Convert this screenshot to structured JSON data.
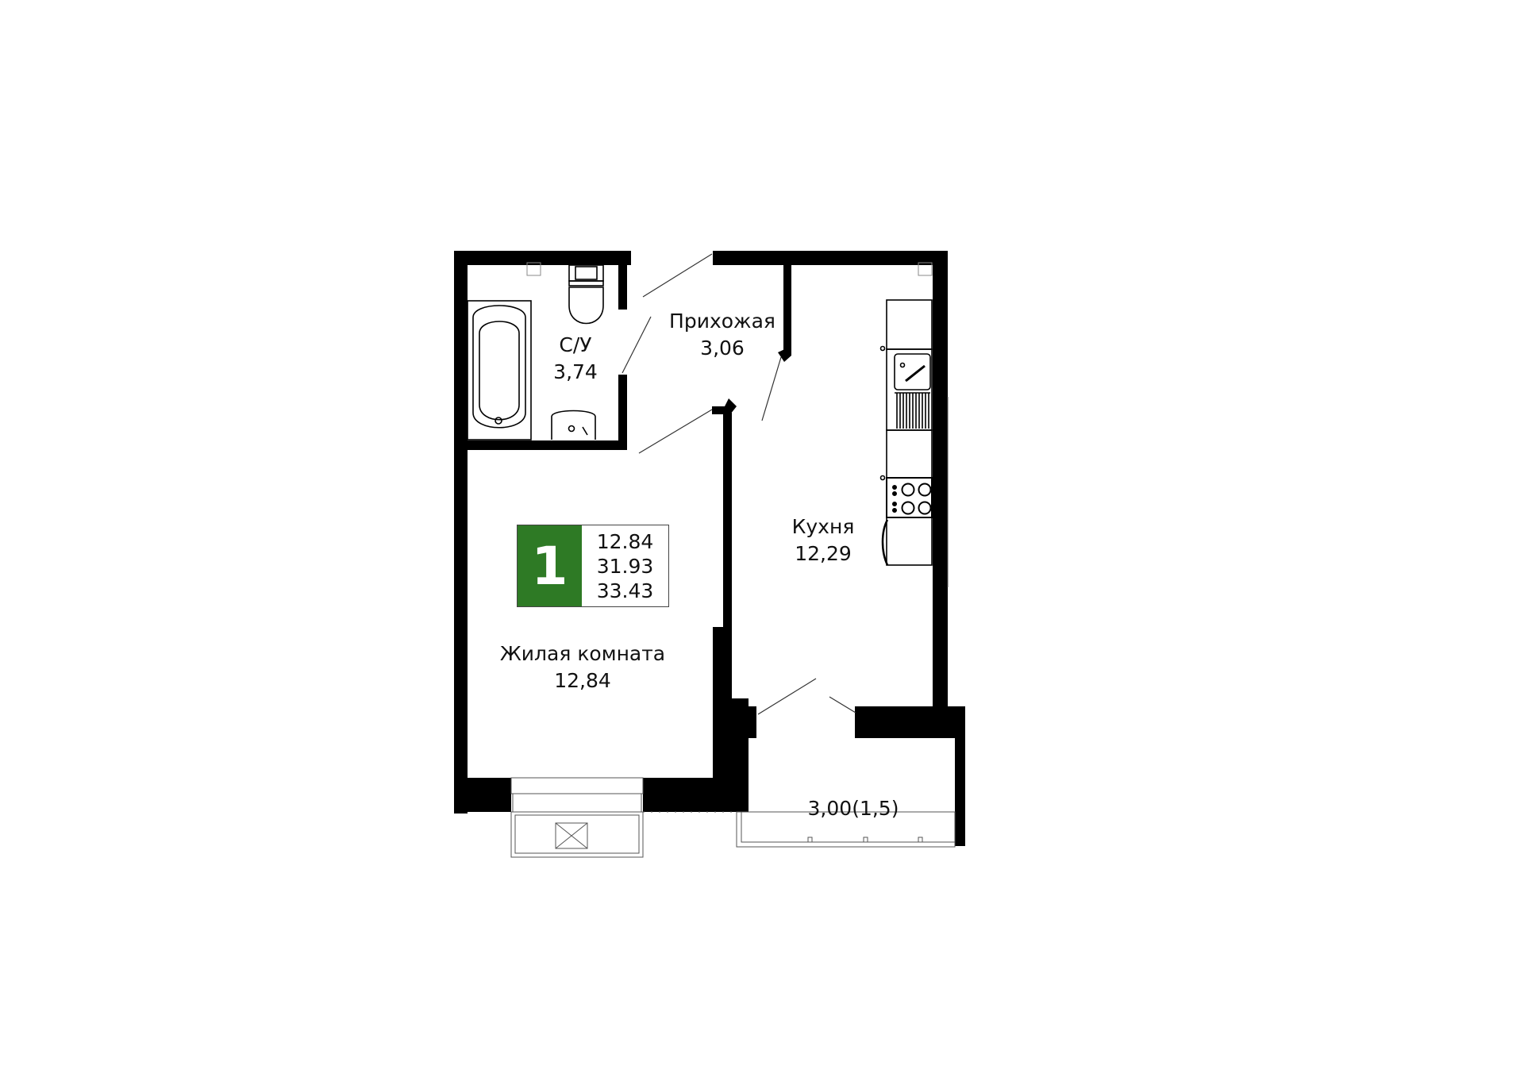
{
  "plan": {
    "rooms": [
      {
        "id": "bathroom",
        "name": "С/У",
        "area": "3,74"
      },
      {
        "id": "hallway",
        "name": "Прихожая",
        "area": "3,06"
      },
      {
        "id": "kitchen",
        "name": "Кухня",
        "area": "12,29"
      },
      {
        "id": "living",
        "name": "Жилая комната",
        "area": "12,84"
      },
      {
        "id": "balcony",
        "name": "",
        "area": "3,00(1,5)"
      }
    ],
    "legend": {
      "room_count": "1",
      "living_area": "12.84",
      "total_area": "31.93",
      "total_area_with_balcony": "33.43",
      "accent_color": "#2e7a25"
    },
    "colors": {
      "wall": "#000000",
      "fixture_line": "#000000",
      "background": "#ffffff"
    }
  }
}
